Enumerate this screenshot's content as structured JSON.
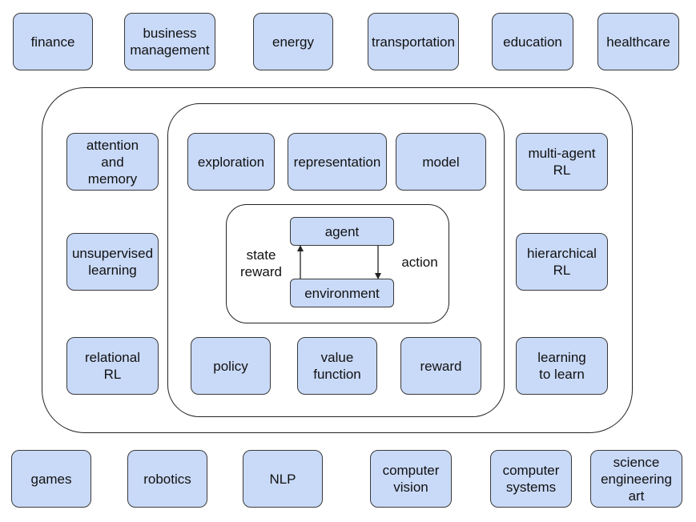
{
  "applications_top": [
    "finance",
    "business\nmanagement",
    "energy",
    "transportation",
    "education",
    "healthcare"
  ],
  "applications_bottom": [
    "games",
    "robotics",
    "NLP",
    "computer\nvision",
    "computer\nsystems",
    "science\nengineering\nart"
  ],
  "mechanisms_left": [
    "attention\nand\nmemory",
    "unsupervised\nlearning",
    "relational\nRL"
  ],
  "mechanisms_right": [
    "multi-agent\nRL",
    "hierarchical\nRL",
    "learning\nto learn"
  ],
  "elements_top": [
    "exploration",
    "representation",
    "model"
  ],
  "elements_bottom": [
    "policy",
    "value\nfunction",
    "reward"
  ],
  "core": {
    "agent": "agent",
    "environment": "environment",
    "state_reward": "state\nreward",
    "action": "action"
  },
  "colors": {
    "box_fill": "#c9daf8",
    "box_border": "#3a3a3a",
    "frame_border": "#222222"
  }
}
